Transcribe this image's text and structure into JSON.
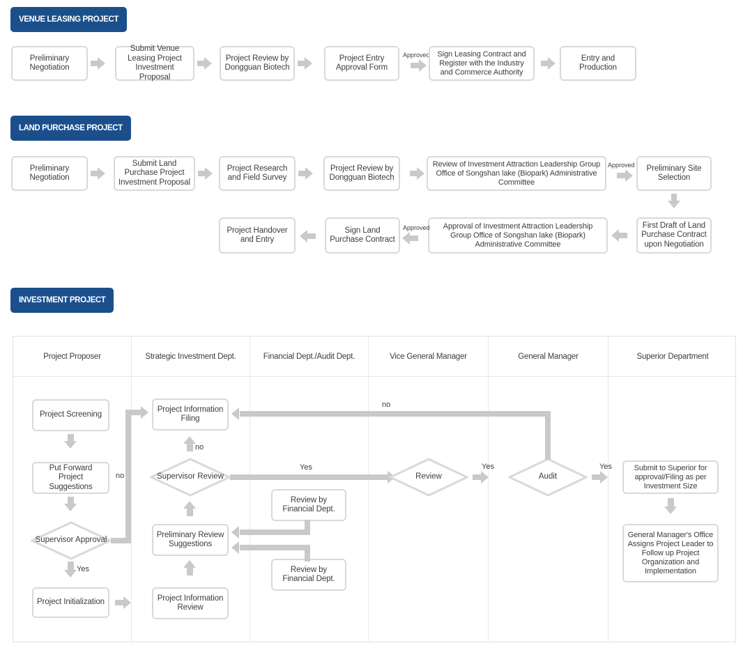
{
  "sections": [
    {
      "id": "venue-leasing",
      "badge": "VENUE LEASING PROJECT",
      "steps": [
        "Preliminary Negotiation",
        "Submit Venue Leasing Project Investment Proposal",
        "Project Review by Dongguan Biotech",
        "Project Entry Approval Form",
        "Sign Leasing Contract and Register with the Industry and Commerce Authority",
        "Entry and Production"
      ],
      "edge_labels": [
        "",
        "",
        "",
        "Approved",
        ""
      ]
    },
    {
      "id": "land-purchase",
      "badge": "LAND PURCHASE PROJECT",
      "steps_row1": [
        "Preliminary Negotiation",
        "Submit Land Purchase Project Investment Proposal",
        "Project Research and Field Survey",
        "Project Review by Dongguan Biotech",
        "Review of Investment Attraction Leadership Group Office of Songshan lake (Biopark) Administrative Committee",
        "Preliminary Site Selection"
      ],
      "steps_row2": [
        "Project Handover and Entry",
        "Sign Land Purchase Contract",
        "Approval of Investment Attraction Leadership Group Office of Songshan lake (Biopark) Administrative Committee",
        "First Draft of Land Purchase Contract upon Negotiation"
      ],
      "edge_labels_row1": [
        "",
        "",
        "",
        "",
        "Approved"
      ],
      "edge_labels_row2": [
        "",
        "Approved",
        ""
      ]
    },
    {
      "id": "investment",
      "badge": "INVESTMENT PROJECT"
    }
  ],
  "swimlane": {
    "lanes": [
      "Project Proposer",
      "Strategic Investment Dept.",
      "Financial Dept./Audit Dept.",
      "Vice General Manager",
      "General Manager",
      "Superior Department"
    ],
    "nodes": {
      "project_screening": "Project Screening",
      "put_forward": "Put Forward Project Suggestions",
      "supervisor_approval": "Supervisor Approval",
      "project_initialization": "Project Initialization",
      "info_filing": "Project Information Filing",
      "supervisor_review": "Supervisor Review",
      "prelim_review_suggestions": "Preliminary Review Suggestions",
      "info_review": "Project Information Review",
      "review_fin_1": "Review by Financial Dept.",
      "review_fin_2": "Review by Financial Dept.",
      "review": "Review",
      "audit": "Audit",
      "submit_superior": "Submit to Superior for approval/Filing as per Investment Size",
      "gm_office": "General Manager's Office Assigns Project Leader to Follow up Project Organization and Implementation"
    },
    "edge_labels": {
      "approval_no": "no",
      "approval_yes": "Yes",
      "review_no": "no",
      "supervisor_review_yes": "Yes",
      "audit_no": "no",
      "review_yes": "Yes",
      "audit_yes": "Yes"
    }
  },
  "colors": {
    "badge_blue": "#1b4f8c",
    "connector_gray": "#c9c9c9",
    "box_border": "#d9d9d9",
    "lane_border": "#e8e8e8",
    "text": "#3c3c3c"
  }
}
